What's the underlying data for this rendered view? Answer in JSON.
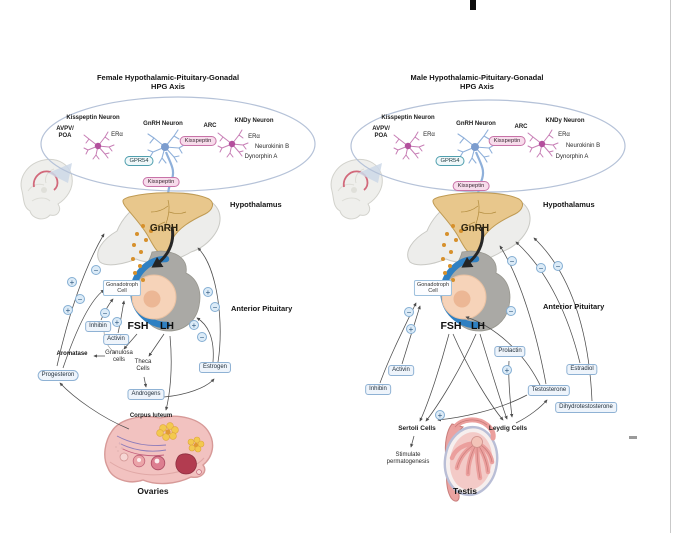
{
  "signs": {
    "plus": "+",
    "minus": "−"
  },
  "colors": {
    "oval_stroke": "#b5c2d8",
    "kisspeptin_pink": "#c873a8",
    "gpr54_teal": "#4f9fae",
    "hormone_box_border": "#8fb2d4",
    "hypothalamus_tan": "#e8c78c",
    "pituitary_blue": "#2f80c2",
    "gnrh_dot_orange": "#d6902c",
    "arrow_gray": "#4c4c4c",
    "neuron_pink": "#b44f9d",
    "neuron_blue": "#7b9cce",
    "ovary_pink": "#f2c2c0",
    "testis_pink": "#eba3a1"
  },
  "panels": {
    "female": {
      "title": "Female Hypothalamic-Pituitary-Gonadal\nHPG Axis",
      "oval": {
        "kisspeptin_neuron": "Kisspeptin Neuron",
        "avpv_poa": "AVPV/\nPOA",
        "er_alpha_left": "ERα",
        "gnrh_neuron": "GnRH Neuron",
        "gpr54": "GPR54",
        "arc": "ARC",
        "kisspeptin_arc": "Kisspeptin",
        "kndy_neuron": "KNDy Neuron",
        "er_alpha_right": "ERα",
        "neurokinin_b": "Neurokinin B",
        "dynorphin_a": "Dynorphin A",
        "kisspeptin_release": "Kisspeptin"
      },
      "hypothalamus": "Hypothalamus",
      "gnrh": "GnRH",
      "gonadotroph_cell": "Gonadotroph\nCell",
      "anterior_pituitary": "Anterior Pituitary",
      "fsh": "FSH",
      "lh": "LH",
      "inhibin": "Inhibin",
      "activin": "Activin",
      "aromatase": "Aromatase",
      "granulosa_cells": "Granulosa\ncells",
      "theca_cells": "Theca\nCells",
      "progesterone": "Progesteron",
      "estrogen": "Estrogen",
      "androgens": "Androgens",
      "corpus_luteum": "Corpus luteum",
      "organ": "Ovaries"
    },
    "male": {
      "title": "Male Hypothalamic-Pituitary-Gonadal\nHPG Axis",
      "oval": {
        "kisspeptin_neuron": "Kisspeptin Neuron",
        "avpv_poa": "AVPV/\nPOA",
        "er_alpha_left": "ERα",
        "gnrh_neuron": "GnRH Neuron",
        "gpr54": "GPR54",
        "arc": "ARC",
        "kisspeptin_arc": "Kisspeptin",
        "kndy_neuron": "KNDy Neuron",
        "er_alpha_right": "ERα",
        "neurokinin_b": "Neurokinin B",
        "dynorphin_a": "Dynorphin A",
        "kisspeptin_release": "Kisspeptin"
      },
      "hypothalamus": "Hypothalamus",
      "gnrh": "GnRH",
      "gonadotroph_cell": "Gonadotroph\nCell",
      "anterior_pituitary": "Anterior Pituitary",
      "fsh": "FSH",
      "lh": "LH",
      "prolactin": "Prolactin",
      "activin": "Activin",
      "inhibin": "Inhibin",
      "estradiol": "Estradiol",
      "testosterone": "Testosterone",
      "dihydrotestosterone": "Dihydrotestosterone",
      "sertoli_cells": "Sertoli Cells",
      "leydig_cells": "Leydig Cells",
      "stimulate_spermatogenesis": "Stimulate\npermatogenesis",
      "organ": "Testis"
    }
  }
}
